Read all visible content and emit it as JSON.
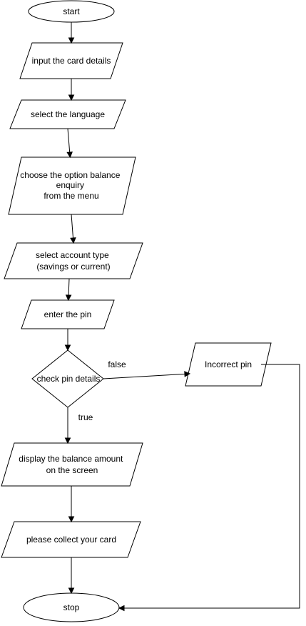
{
  "nodes": {
    "start": {
      "label": "start"
    },
    "input_card": {
      "label": "input the card details"
    },
    "select_language": {
      "label": "select the language"
    },
    "choose_option": {
      "lines": [
        "choose the option balance",
        "enquiry",
        "from the menu"
      ]
    },
    "select_account": {
      "lines": [
        "select account type",
        "(savings or current)"
      ]
    },
    "enter_pin": {
      "label": "enter the pin"
    },
    "check_pin": {
      "label": "check pin details"
    },
    "incorrect_pin": {
      "label": "Incorrect pin"
    },
    "display_balance": {
      "lines": [
        "display the balance amount",
        "on the screen"
      ]
    },
    "collect_card": {
      "label": "please collect your card"
    },
    "stop": {
      "label": "stop"
    }
  },
  "edge_labels": {
    "false": "false",
    "true": "true"
  }
}
